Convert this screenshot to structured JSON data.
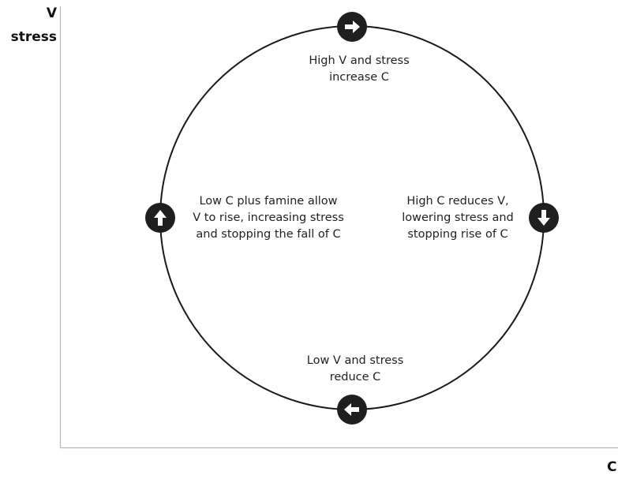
{
  "axes": {
    "y_label_line1": "V",
    "y_label_line2": "stress",
    "x_label": "C"
  },
  "cycle": {
    "top": {
      "icon": "arrow-right-icon",
      "text": "High V and stress\nincrease C"
    },
    "right": {
      "icon": "arrow-down-icon",
      "text": "High C reduces V,\nlowering stress and\nstopping rise of C"
    },
    "bottom": {
      "icon": "arrow-left-icon",
      "text": "Low V and stress\nreduce C"
    },
    "left": {
      "icon": "arrow-up-icon",
      "text": "Low C plus famine allow\nV to rise, increasing stress\nand stopping the fall of C"
    }
  },
  "colors": {
    "line": "#1a1a1a",
    "badge": "#1f1f1f",
    "arrow": "#ffffff",
    "axis": "#b8b8b8"
  }
}
